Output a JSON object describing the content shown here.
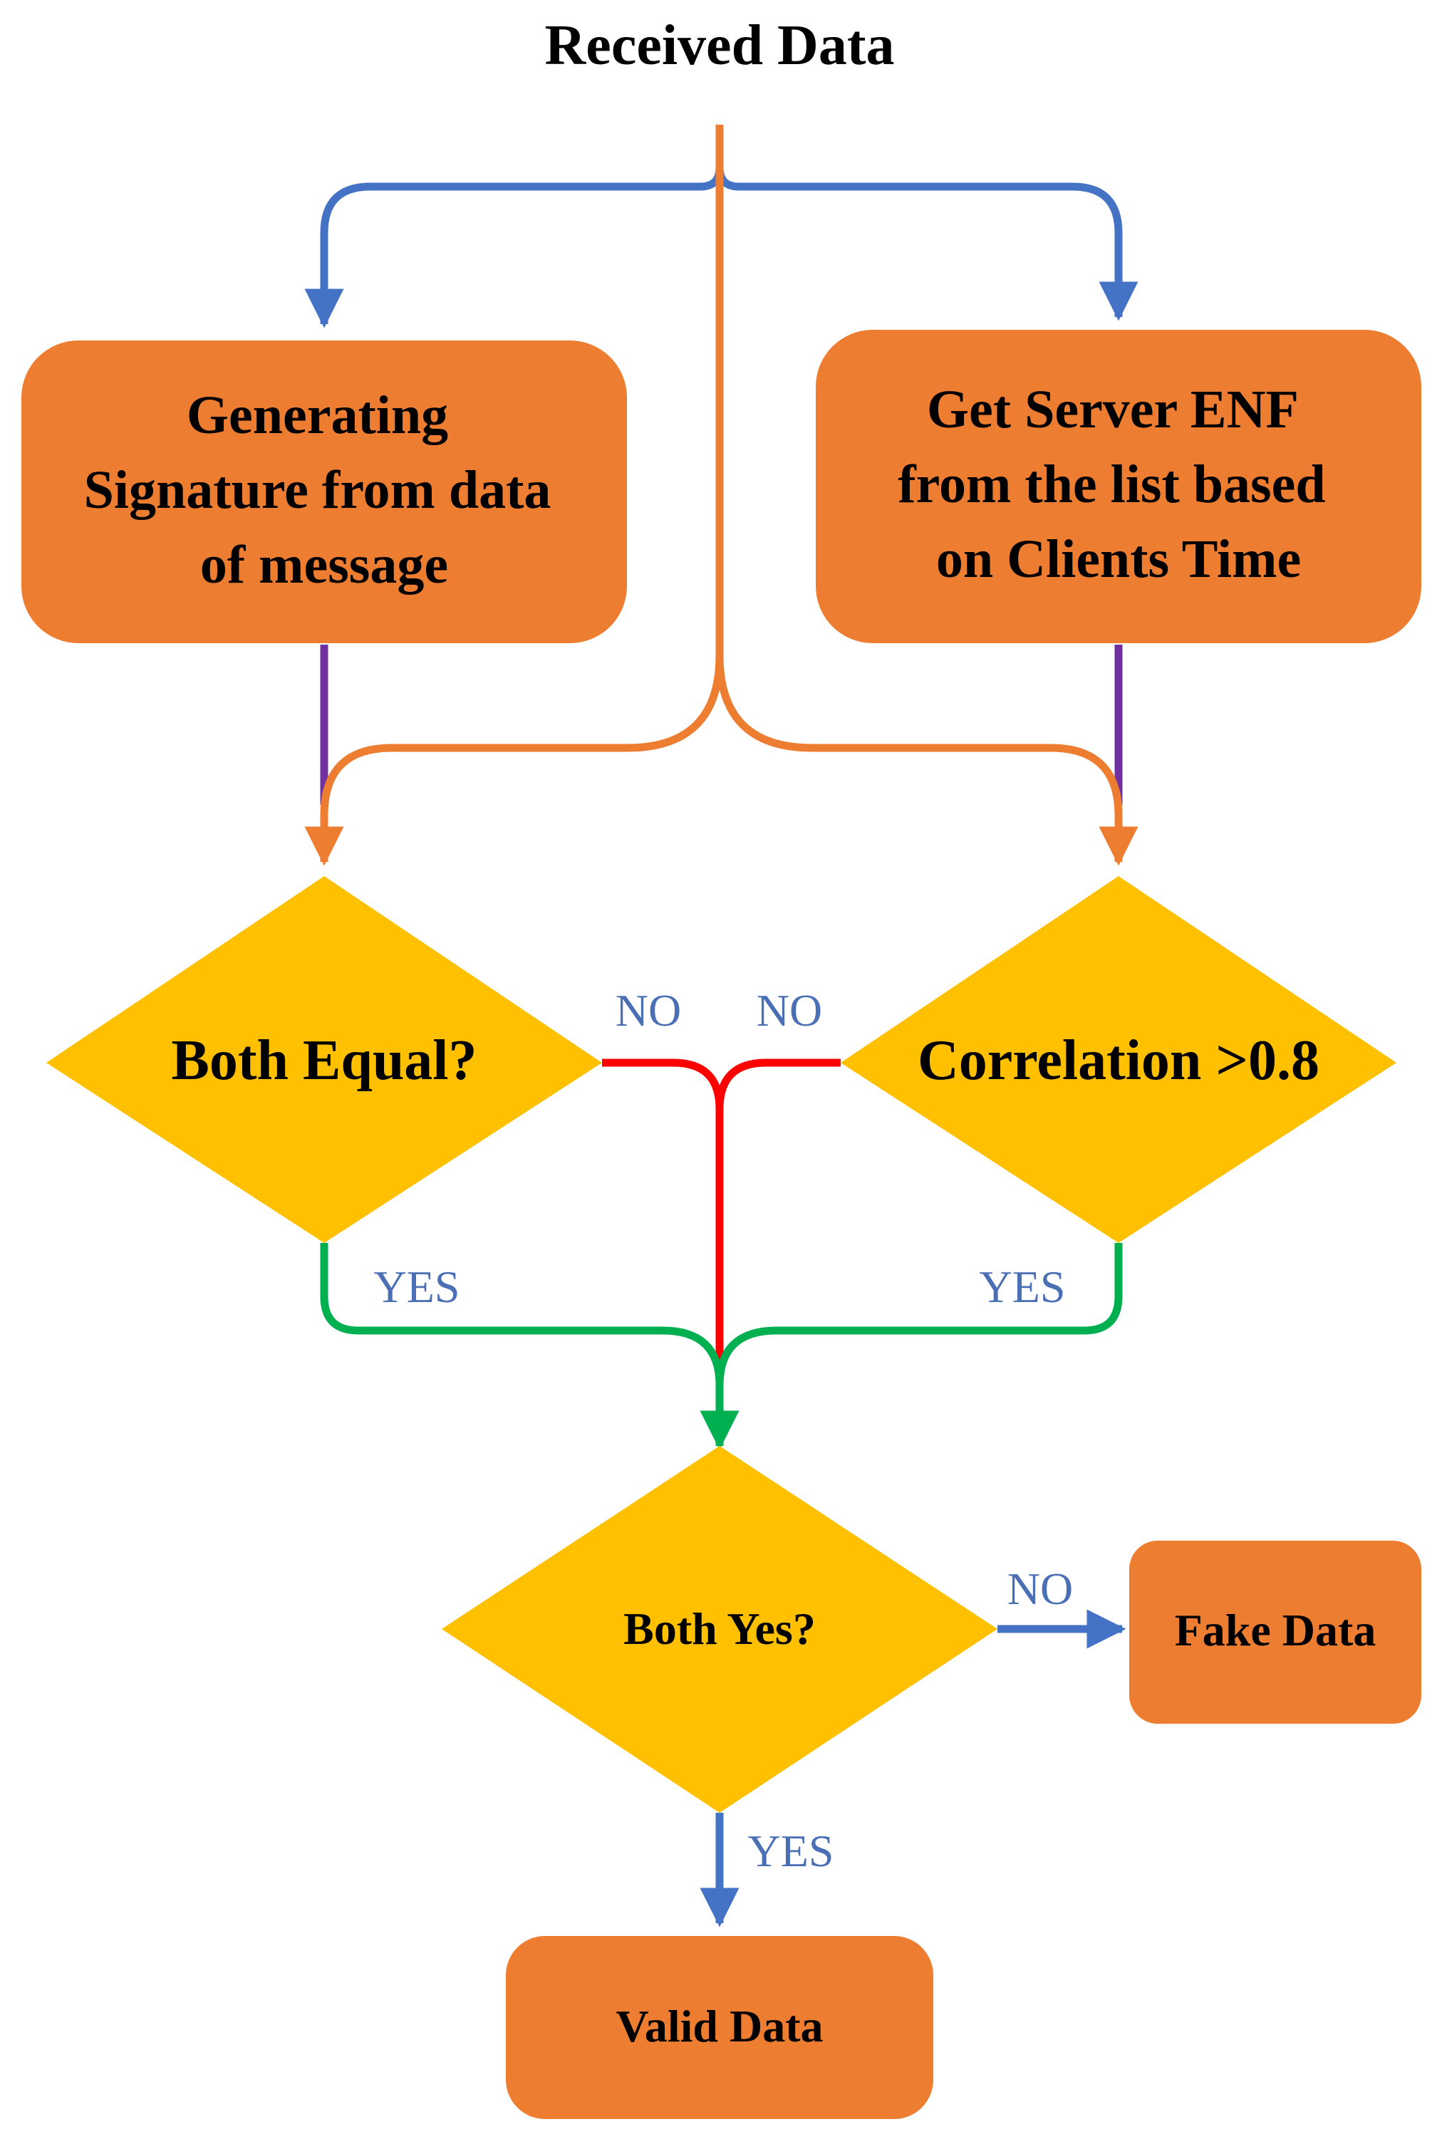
{
  "title": "Received Data",
  "colors": {
    "box_fill": "#ed7d31",
    "decision_fill": "#ffc000",
    "blue_edge": "#4472c4",
    "orange_edge": "#ed7d31",
    "purple_edge": "#7030a0",
    "red_edge": "#ff0000",
    "green_edge": "#00b050",
    "label_color": "#4a6fb5"
  },
  "nodes": {
    "generate_signature": {
      "lines": [
        "Generating",
        "Signature from data",
        "of message"
      ]
    },
    "get_server_enf": {
      "lines": [
        "Get Server ENF",
        "from the list based",
        "on Clients Time"
      ]
    },
    "both_equal": {
      "label": "Both Equal?"
    },
    "correlation": {
      "label": "Correlation >0.8"
    },
    "both_yes": {
      "label": "Both Yes?"
    },
    "fake_data": {
      "label": "Fake Data"
    },
    "valid_data": {
      "label": "Valid Data"
    }
  },
  "edge_labels": {
    "equal_no": "NO",
    "corr_no": "NO",
    "equal_yes": "YES",
    "corr_yes": "YES",
    "both_no": "NO",
    "both_yes": "YES"
  }
}
